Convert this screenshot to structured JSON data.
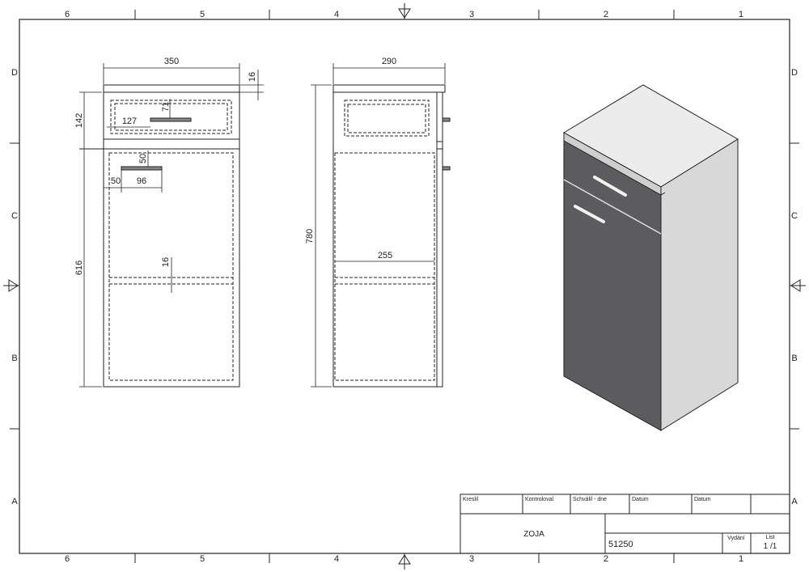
{
  "zones": {
    "columns": [
      "6",
      "5",
      "4",
      "3",
      "2",
      "1"
    ],
    "rows": [
      "D",
      "C",
      "B",
      "A"
    ]
  },
  "dimensions": {
    "front_width": "350",
    "top_thickness": "16",
    "drawer_height": "142",
    "handle_offset_x": "127",
    "handle_offset_y": "71",
    "door_handle_offset_y": "50",
    "door_handle_offset_x": "50",
    "handle_length": "96",
    "door_height": "616",
    "shelf_thickness": "16",
    "side_depth": "290",
    "total_height": "780",
    "shelf_depth": "255"
  },
  "title_block": {
    "kreslil": "Kreslil",
    "kontroloval": "Kontroloval",
    "schvalil": "Schválil - dne",
    "datum1": "Datum",
    "datum2": "Datum",
    "name": "ZOJA",
    "code": "51250",
    "vydani": "Vydání",
    "list_label": "List",
    "list_value": "1 /1"
  },
  "colors": {
    "line": "#222222",
    "cabinet_front": "#5c5c5e",
    "cabinet_side": "#d8d8d8",
    "cabinet_top": "#ececec"
  }
}
